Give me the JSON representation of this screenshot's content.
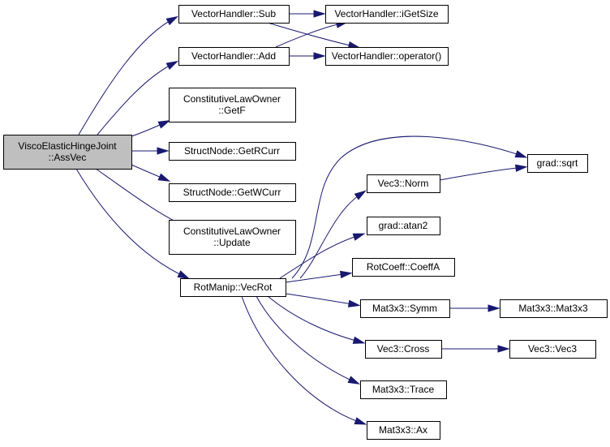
{
  "diagram": {
    "type": "call-graph",
    "nodes": [
      {
        "id": "root",
        "lines": [
          "ViscoElasticHingeJoint",
          "::AssVec"
        ],
        "root": true
      },
      {
        "id": "sub",
        "lines": [
          "VectorHandler::Sub"
        ]
      },
      {
        "id": "add",
        "lines": [
          "VectorHandler::Add"
        ]
      },
      {
        "id": "getf",
        "lines": [
          "ConstitutiveLawOwner",
          "::GetF"
        ]
      },
      {
        "id": "getrcurr",
        "lines": [
          "StructNode::GetRCurr"
        ]
      },
      {
        "id": "getwcurr",
        "lines": [
          "StructNode::GetWCurr"
        ]
      },
      {
        "id": "update",
        "lines": [
          "ConstitutiveLawOwner",
          "::Update"
        ]
      },
      {
        "id": "vecrot",
        "lines": [
          "RotManip::VecRot"
        ]
      },
      {
        "id": "igetsize",
        "lines": [
          "VectorHandler::iGetSize"
        ]
      },
      {
        "id": "operator",
        "lines": [
          "VectorHandler::operator()"
        ]
      },
      {
        "id": "sqrt",
        "lines": [
          "grad::sqrt"
        ]
      },
      {
        "id": "norm",
        "lines": [
          "Vec3::Norm"
        ]
      },
      {
        "id": "atan2",
        "lines": [
          "grad::atan2"
        ]
      },
      {
        "id": "coeffa",
        "lines": [
          "RotCoeff::CoeffA"
        ]
      },
      {
        "id": "symm",
        "lines": [
          "Mat3x3::Symm"
        ]
      },
      {
        "id": "cross",
        "lines": [
          "Vec3::Cross"
        ]
      },
      {
        "id": "trace",
        "lines": [
          "Mat3x3::Trace"
        ]
      },
      {
        "id": "ax",
        "lines": [
          "Mat3x3::Ax"
        ]
      },
      {
        "id": "mat3x3",
        "lines": [
          "Mat3x3::Mat3x3"
        ]
      },
      {
        "id": "vec3",
        "lines": [
          "Vec3::Vec3"
        ]
      }
    ],
    "edges": [
      {
        "from": "root",
        "to": "sub"
      },
      {
        "from": "root",
        "to": "add"
      },
      {
        "from": "root",
        "to": "getf"
      },
      {
        "from": "root",
        "to": "getrcurr"
      },
      {
        "from": "root",
        "to": "getwcurr"
      },
      {
        "from": "root",
        "to": "update"
      },
      {
        "from": "root",
        "to": "vecrot"
      },
      {
        "from": "sub",
        "to": "igetsize"
      },
      {
        "from": "sub",
        "to": "operator"
      },
      {
        "from": "add",
        "to": "igetsize"
      },
      {
        "from": "add",
        "to": "operator"
      },
      {
        "from": "vecrot",
        "to": "sqrt"
      },
      {
        "from": "vecrot",
        "to": "norm"
      },
      {
        "from": "vecrot",
        "to": "atan2"
      },
      {
        "from": "vecrot",
        "to": "coeffa"
      },
      {
        "from": "vecrot",
        "to": "symm"
      },
      {
        "from": "vecrot",
        "to": "cross"
      },
      {
        "from": "vecrot",
        "to": "trace"
      },
      {
        "from": "vecrot",
        "to": "ax"
      },
      {
        "from": "norm",
        "to": "sqrt"
      },
      {
        "from": "symm",
        "to": "mat3x3"
      },
      {
        "from": "cross",
        "to": "vec3"
      }
    ],
    "colors": {
      "edge": "#191970",
      "root_fill": "#bfbfbf",
      "node_fill": "#ffffff",
      "border": "#000000"
    }
  }
}
